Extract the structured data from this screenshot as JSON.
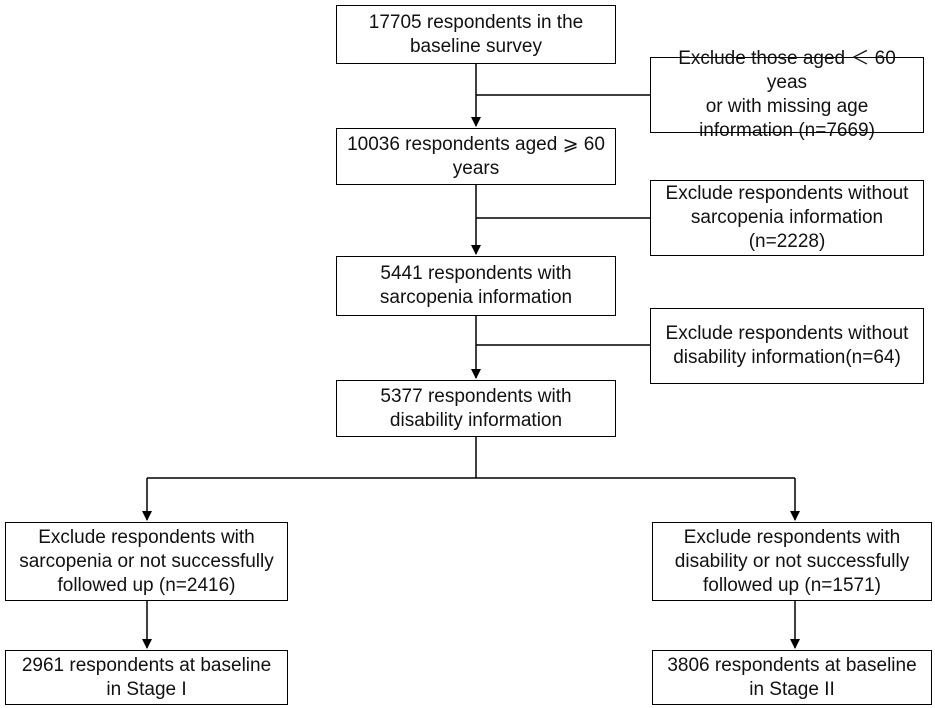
{
  "boxes": {
    "baseline": "17705 respondents in the\nbaseline survey",
    "exclude_age": "Exclude those aged ＜ 60 yeas\nor with missing age\ninformation (n=7669)",
    "aged60": "10036 respondents aged ⩾ 60\nyears",
    "exclude_sarcopenia": "Exclude respondents without\nsarcopenia information\n(n=2228)",
    "sarcopenia_info": "5441 respondents with\nsarcopenia information",
    "exclude_disability": "Exclude respondents without\ndisability information(n=64)",
    "disability_info": "5377 respondents with\ndisability information",
    "exclude_stage1": "Exclude respondents with\nsarcopenia or  not successfully\nfollowed up (n=2416)",
    "exclude_stage2": "Exclude respondents with\ndisability or not successfully\nfollowed up (n=1571)",
    "stage1": "2961 respondents at baseline\nin Stage I",
    "stage2": "3806 respondents at baseline\nin Stage II"
  },
  "colors": {
    "line": "#000000",
    "text": "#111111",
    "background": "#ffffff"
  }
}
